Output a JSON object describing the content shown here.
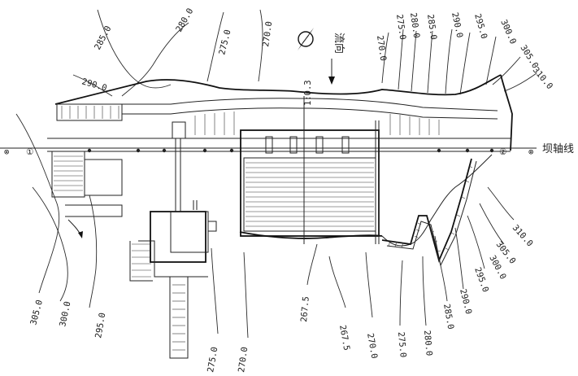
{
  "labels": {
    "flow": "流向",
    "axis": "坝轴线",
    "slope": "1:0.3"
  },
  "contours_top": [
    "285.0",
    "280.0",
    "275.0",
    "270.0",
    "290.0",
    "270.0",
    "275.0",
    "280.0",
    "285.0",
    "290.0",
    "295.0",
    "300.0",
    "305.0",
    "310.0"
  ],
  "contours_bottom": [
    "305.0",
    "300.0",
    "295.0",
    "275.0",
    "270.0",
    "267.5",
    "267.5",
    "270.0",
    "275.0",
    "280.0",
    "285.0",
    "290.0",
    "295.0",
    "300.0",
    "305.0",
    "310.0"
  ],
  "axis_markers": [
    "⊗",
    "①",
    "②",
    "⊗"
  ]
}
